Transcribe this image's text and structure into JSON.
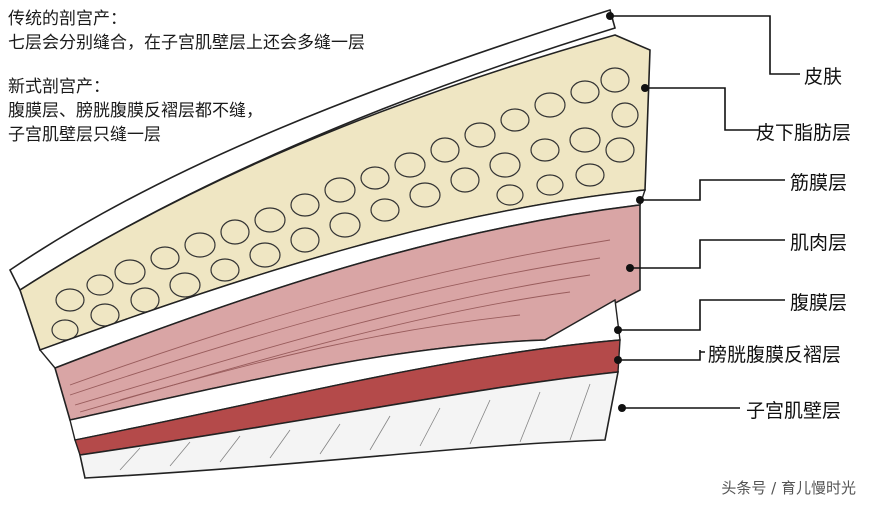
{
  "notes": {
    "traditional_title": "传统的剖宫产：",
    "traditional_desc": "七层会分别缝合，在子宫肌壁层上还会多缝一层",
    "new_title": "新式剖宫产：",
    "new_desc_1": "腹膜层、膀胱腹膜反褶层都不缝，",
    "new_desc_2": "子宫肌壁层只缝一层"
  },
  "layers": [
    {
      "id": "skin",
      "label": "皮肤",
      "icon": "skin-layer"
    },
    {
      "id": "fat",
      "label": "皮下脂肪层",
      "icon": "fat-layer",
      "color": "#efe6c3"
    },
    {
      "id": "fascia",
      "label": "筋膜层",
      "icon": "fascia-layer"
    },
    {
      "id": "muscle",
      "label": "肌肉层",
      "icon": "muscle-layer",
      "color": "#d9a5a5"
    },
    {
      "id": "peritoneum",
      "label": "腹膜层",
      "icon": "peritoneum-layer"
    },
    {
      "id": "bladder_fold",
      "label": "膀胱腹膜反褶层",
      "icon": "bladder-fold-layer",
      "color": "#b44a4a"
    },
    {
      "id": "uterus",
      "label": "子宫肌壁层",
      "icon": "uterine-wall-layer"
    }
  ],
  "watermark": "头条号 / 育儿慢时光"
}
